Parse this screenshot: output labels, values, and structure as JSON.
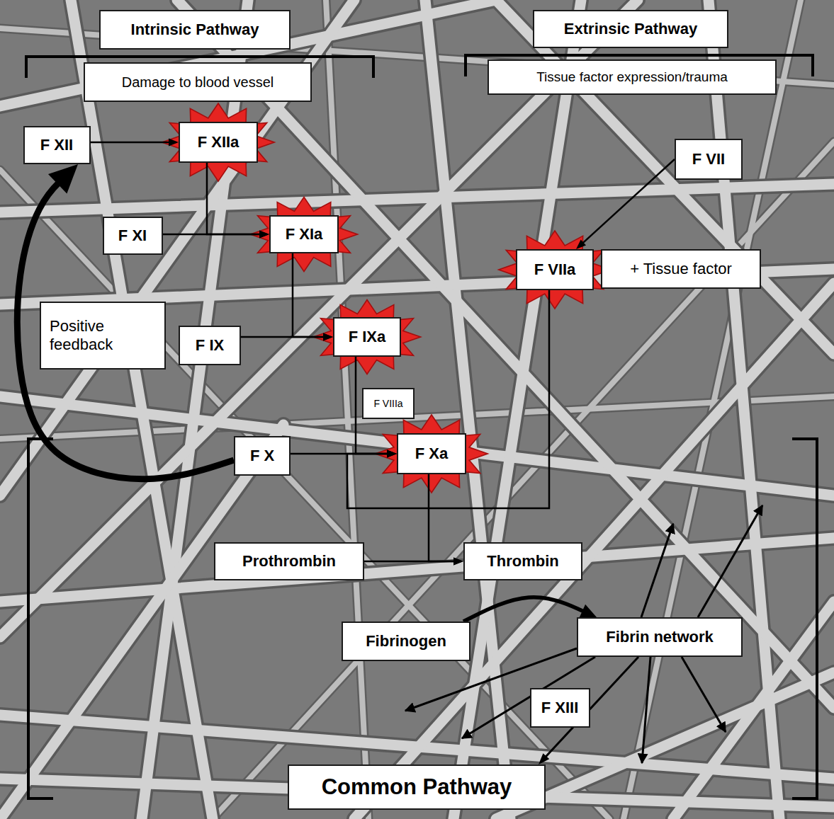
{
  "diagram": {
    "nodes": [
      {
        "text": [
          "Intrinsic Pathway"
        ]
      },
      {
        "text": [
          "Extrinsic Pathway"
        ]
      },
      {
        "text": [
          "Damage to blood vessel"
        ]
      },
      {
        "text": [
          "Tissue factor expression/trauma"
        ]
      },
      {
        "text": [
          "F XII"
        ]
      },
      {
        "text": [
          "F XIIa"
        ]
      },
      {
        "text": [
          "F VII"
        ]
      },
      {
        "text": [
          "F XI"
        ]
      },
      {
        "text": [
          "F XIa"
        ]
      },
      {
        "text": [
          "F VIIa"
        ]
      },
      {
        "text": [
          "+ Tissue factor"
        ]
      },
      {
        "text": [
          "Positive feedback"
        ]
      },
      {
        "text": [
          "F IX"
        ]
      },
      {
        "text": [
          "F IXa"
        ]
      },
      {
        "text": [
          "F VIIIa"
        ]
      },
      {
        "text": [
          "F X"
        ]
      },
      {
        "text": [
          "F Xa"
        ]
      },
      {
        "text": [
          "Prothrombin"
        ]
      },
      {
        "text": [
          "Thrombin"
        ]
      },
      {
        "text": [
          "Fibrinogen"
        ]
      },
      {
        "text": [
          "Fibrin network"
        ]
      },
      {
        "text": [
          "F XIII"
        ]
      },
      {
        "text": [
          "Common Pathway"
        ]
      }
    ],
    "edges": [
      {
        "from": 4,
        "to": 5,
        "arrow": "to"
      },
      {
        "from": 5,
        "to": 8,
        "arrow": "to"
      },
      {
        "from": 7,
        "to": 8,
        "arrow": "to"
      },
      {
        "from": 8,
        "to": 13,
        "arrow": "to"
      },
      {
        "from": 12,
        "to": 13,
        "arrow": "to"
      },
      {
        "from": 13,
        "to": 16,
        "arrow": "to"
      },
      {
        "from": 15,
        "to": 16,
        "arrow": "to"
      },
      {
        "from": 6,
        "to": 9,
        "arrow": "to"
      },
      {
        "from": 9,
        "to": 16,
        "arrow": "to"
      },
      {
        "from": 16,
        "to": 18,
        "arrow": "to"
      },
      {
        "from": 17,
        "to": 18,
        "arrow": "to"
      },
      {
        "from": 19,
        "to": 20,
        "arrow": "to"
      },
      {
        "from": 15,
        "to": 4,
        "arrow": "to"
      },
      {
        "from": 20,
        "to": 22,
        "arrow": "to"
      }
    ]
  }
}
